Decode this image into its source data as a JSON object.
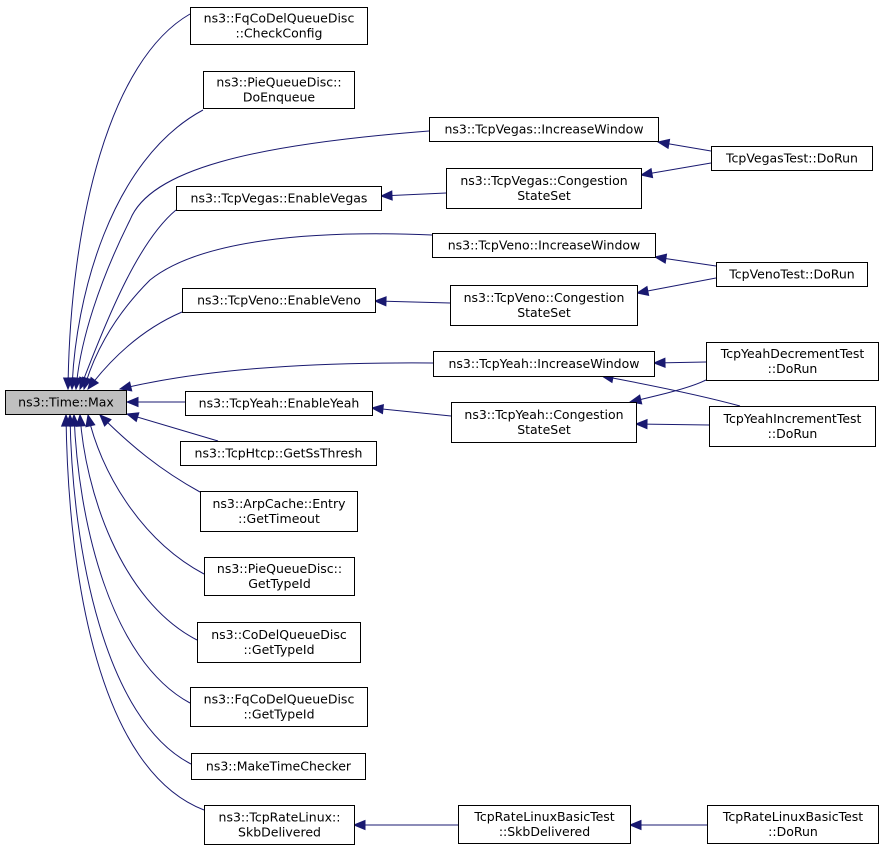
{
  "nodes": {
    "root": {
      "lines": [
        "ns3::Time::Max"
      ]
    },
    "fqcheck": {
      "lines": [
        "ns3::FqCoDelQueueDisc",
        "::CheckConfig"
      ]
    },
    "pieenq": {
      "lines": [
        "ns3::PieQueueDisc::",
        "DoEnqueue"
      ]
    },
    "vegasinc": {
      "lines": [
        "ns3::TcpVegas::IncreaseWindow"
      ]
    },
    "vegasen": {
      "lines": [
        "ns3::TcpVegas::EnableVegas"
      ]
    },
    "vegascong": {
      "lines": [
        "ns3::TcpVegas::Congestion",
        "StateSet"
      ]
    },
    "vegastest": {
      "lines": [
        "TcpVegasTest::DoRun"
      ]
    },
    "venoinc": {
      "lines": [
        "ns3::TcpVeno::IncreaseWindow"
      ]
    },
    "venoen": {
      "lines": [
        "ns3::TcpVeno::EnableVeno"
      ]
    },
    "venocong": {
      "lines": [
        "ns3::TcpVeno::Congestion",
        "StateSet"
      ]
    },
    "venotest": {
      "lines": [
        "TcpVenoTest::DoRun"
      ]
    },
    "yeahinc": {
      "lines": [
        "ns3::TcpYeah::IncreaseWindow"
      ]
    },
    "yeahen": {
      "lines": [
        "ns3::TcpYeah::EnableYeah"
      ]
    },
    "yeahcong": {
      "lines": [
        "ns3::TcpYeah::Congestion",
        "StateSet"
      ]
    },
    "yeahdec": {
      "lines": [
        "TcpYeahDecrementTest",
        "::DoRun"
      ]
    },
    "yeahincr": {
      "lines": [
        "TcpYeahIncrementTest",
        "::DoRun"
      ]
    },
    "htcp": {
      "lines": [
        "ns3::TcpHtcp::GetSsThresh"
      ]
    },
    "arp": {
      "lines": [
        "ns3::ArpCache::Entry",
        "::GetTimeout"
      ]
    },
    "pietype": {
      "lines": [
        "ns3::PieQueueDisc::",
        "GetTypeId"
      ]
    },
    "codeltype": {
      "lines": [
        "ns3::CoDelQueueDisc",
        "::GetTypeId"
      ]
    },
    "fqtype": {
      "lines": [
        "ns3::FqCoDelQueueDisc",
        "::GetTypeId"
      ]
    },
    "mtc": {
      "lines": [
        "ns3::MakeTimeChecker"
      ]
    },
    "ratelinux": {
      "lines": [
        "ns3::TcpRateLinux::",
        "SkbDelivered"
      ]
    },
    "ratetest": {
      "lines": [
        "TcpRateLinuxBasicTest",
        "::SkbDelivered"
      ]
    },
    "ratetestrun": {
      "lines": [
        "TcpRateLinuxBasicTest",
        "::DoRun"
      ]
    }
  },
  "edges": [
    {
      "from": "fqcheck",
      "to": "root"
    },
    {
      "from": "pieenq",
      "to": "root"
    },
    {
      "from": "vegasinc",
      "to": "root"
    },
    {
      "from": "vegasen",
      "to": "root"
    },
    {
      "from": "venoinc",
      "to": "root"
    },
    {
      "from": "venoen",
      "to": "root"
    },
    {
      "from": "yeahinc",
      "to": "root"
    },
    {
      "from": "yeahen",
      "to": "root"
    },
    {
      "from": "htcp",
      "to": "root"
    },
    {
      "from": "arp",
      "to": "root"
    },
    {
      "from": "pietype",
      "to": "root"
    },
    {
      "from": "codeltype",
      "to": "root"
    },
    {
      "from": "fqtype",
      "to": "root"
    },
    {
      "from": "mtc",
      "to": "root"
    },
    {
      "from": "ratelinux",
      "to": "root"
    },
    {
      "from": "vegascong",
      "to": "vegasen"
    },
    {
      "from": "vegastest",
      "to": "vegasinc"
    },
    {
      "from": "vegastest",
      "to": "vegascong"
    },
    {
      "from": "venocong",
      "to": "venoen"
    },
    {
      "from": "venotest",
      "to": "venoinc"
    },
    {
      "from": "venotest",
      "to": "venocong"
    },
    {
      "from": "yeahcong",
      "to": "yeahen"
    },
    {
      "from": "yeahdec",
      "to": "yeahinc"
    },
    {
      "from": "yeahincr",
      "to": "yeahinc"
    },
    {
      "from": "yeahdec",
      "to": "yeahcong"
    },
    {
      "from": "yeahincr",
      "to": "yeahcong"
    },
    {
      "from": "ratetest",
      "to": "ratelinux"
    },
    {
      "from": "ratetestrun",
      "to": "ratetest"
    }
  ]
}
